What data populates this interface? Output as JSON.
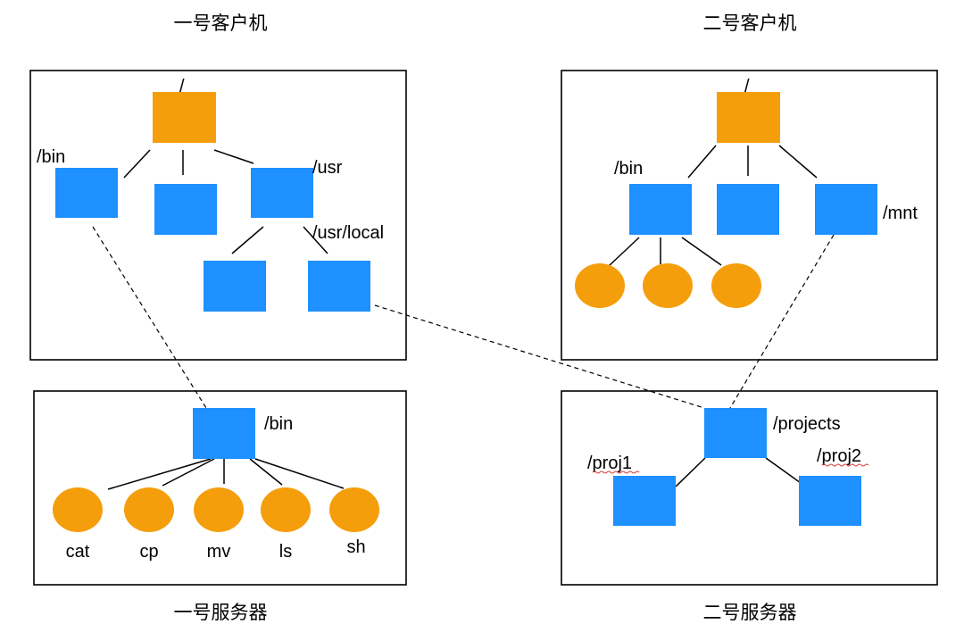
{
  "colors": {
    "folder": "#1E90FF",
    "root": "#F59E0B",
    "file": "#F59E0B"
  },
  "titles": {
    "client1": "一号客户机",
    "client2": "二号客户机",
    "server1": "一号服务器",
    "server2": "二号服务器"
  },
  "client1": {
    "root": "/",
    "bin": "/bin",
    "usr": "/usr",
    "usr_local": "/usr/local"
  },
  "client2": {
    "root": "/",
    "bin": "/bin",
    "mnt": "/mnt"
  },
  "server1": {
    "bin": "/bin",
    "files": [
      "cat",
      "cp",
      "mv",
      "ls",
      "sh"
    ]
  },
  "server2": {
    "projects": "/projects",
    "proj1": "/proj1",
    "proj2": "/proj2"
  }
}
